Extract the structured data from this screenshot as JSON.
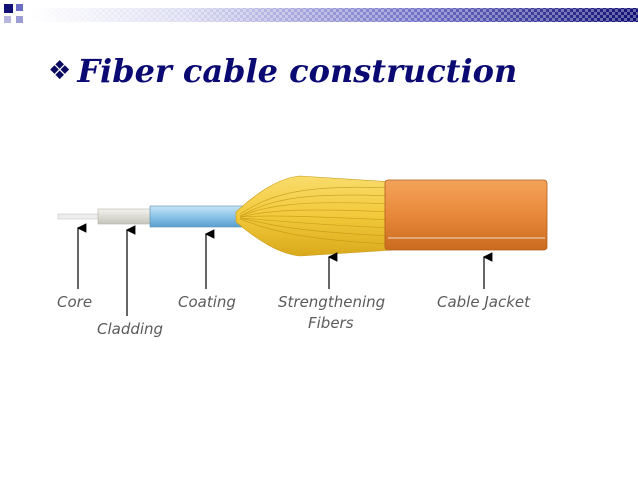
{
  "header": {
    "bullet": "❖"
  },
  "slide": {
    "title": "Fiber cable construction"
  },
  "diagram": {
    "labels": {
      "core": "Core",
      "cladding": "Cladding",
      "coating": "Coating",
      "strengthening_line1": "Strengthening",
      "strengthening_line2": "Fibers",
      "jacket": "Cable Jacket"
    },
    "colors": {
      "jacket": "#e8893a",
      "fibers": "#f2c93a",
      "coating": "#8cc3e8",
      "cladding": "#dcdcd4",
      "core": "#f2f2f2",
      "banner_dark": "#0f0f75",
      "title": "#0a0a72"
    }
  }
}
